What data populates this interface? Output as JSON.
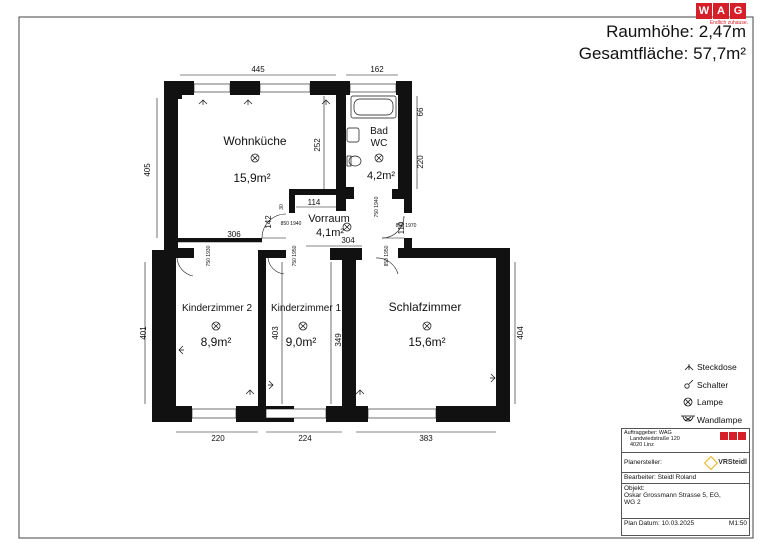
{
  "header": {
    "room_height": "Raumhöhe: 2,47m",
    "total_area": "Gesamtfläche: 57,7m²"
  },
  "logo": {
    "letters": [
      "W",
      "A",
      "G"
    ],
    "tagline": "Endlich zuhause.",
    "brand_color": "#d5202a"
  },
  "rooms": {
    "wohnkueche": {
      "name": "Wohnküche",
      "area": "15,9m²"
    },
    "bad": {
      "name_line1": "Bad",
      "name_line2": "WC",
      "area": "4,2m²"
    },
    "vorraum": {
      "name": "Vorraum",
      "area": "4,1m²"
    },
    "kinderzimmer2": {
      "name": "Kinderzimmer 2",
      "area": "8,9m²"
    },
    "kinderzimmer1": {
      "name": "Kinderzimmer 1",
      "area": "9,0m²"
    },
    "schlafzimmer": {
      "name": "Schlafzimmer",
      "area": "15,6m²"
    }
  },
  "dimensions": {
    "top_kitchen": "445",
    "top_bath": "162",
    "left_kitchen": "405",
    "kitchen_inner": "252",
    "bath_right": "220",
    "bath_small": "66",
    "hall_114": "114",
    "hall_306": "306",
    "hall_304": "304",
    "hall_142": "142",
    "hall_110": "110",
    "left_kz2": "401",
    "kz1_inner": "403",
    "kz1_349": "349",
    "right_schlaf": "404",
    "bottom_kz2": "220",
    "bottom_kz1": "224",
    "bottom_schlaf": "383"
  },
  "doors": {
    "d1": "750 1940",
    "d2": "850 1940",
    "d3": "850 1970",
    "d4": "750 1930",
    "d5": "750 1950",
    "d6": "850 1950",
    "d7": "30"
  },
  "legend": {
    "socket": "Steckdose",
    "switch": "Schalter",
    "lamp": "Lampe",
    "wall_lamp": "Wandlampe"
  },
  "title_block": {
    "client_line1": "Auftraggeber: WAG",
    "client_line2": "Landwiedstraße 120",
    "client_line3": "4020 Linz",
    "planner_label": "Planersteller:",
    "planner_brand": "VRSteidl",
    "editor": "Bearbeiter: Steidl Roland",
    "object_label": "Objekt:",
    "object_line1": "Oskar Grossmann Strasse 5, EG,",
    "object_line2": "WG 2",
    "plan_date": "Plan Datum: 10.03.2025",
    "scale": "M1:50"
  }
}
